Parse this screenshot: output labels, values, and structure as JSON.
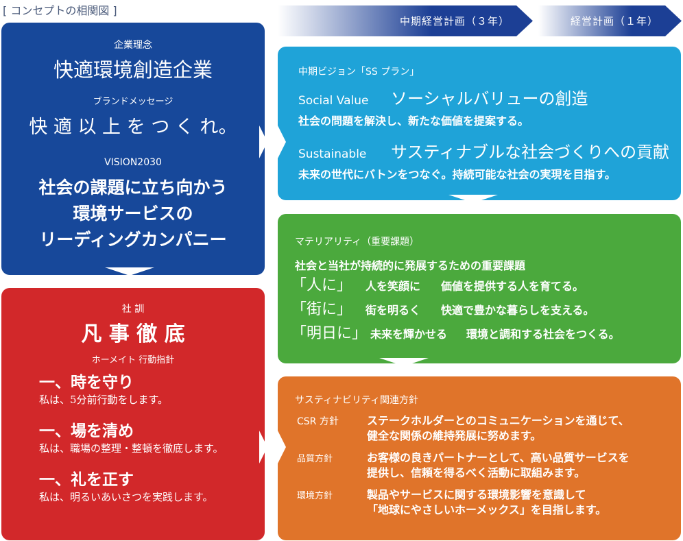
{
  "title": "[ コンセプトの相関図 ]",
  "arrows": {
    "mid_term": "中期経営計画（３年）",
    "annual": "経営計画（１年）"
  },
  "philosophy": {
    "label": "企業理念",
    "text": "快適環境創造企業",
    "brand_label": "ブランドメッセージ",
    "brand_text": "快 適 以 上 を つ く れ。",
    "vision_label": "VISION2030",
    "vision_lines": [
      "社会の課題に立ち向かう",
      "環境サービスの",
      "リーディングカンパニー"
    ]
  },
  "motto": {
    "label": "社 訓",
    "text": "凡 事 徹 底",
    "guide_label": "ホーメイト 行動指針",
    "items": [
      {
        "head": "一、時を守り",
        "desc": "私は、5分前行動をします。"
      },
      {
        "head": "一、場を清め",
        "desc": "私は、職場の整理・整頓を徹底します。"
      },
      {
        "head": "一、礼を正す",
        "desc": "私は、明るいあいさつを実践します。"
      }
    ]
  },
  "vision": {
    "label": "中期ビジョン「SS プラン」",
    "items": [
      {
        "en": "Social Value",
        "jp": "ソーシャルバリューの創造",
        "desc": "社会の問題を解決し、新たな価値を提案する。"
      },
      {
        "en": "Sustainable",
        "jp": "サスティナブルな社会づくりへの貢献",
        "desc": "未来の世代にバトンをつなぐ。持続可能な社会の実現を目指す。"
      }
    ]
  },
  "materiality": {
    "label": "マテリアリティ（重要課題）",
    "lead": "社会と当社が持続的に発展するための重要課題",
    "items": [
      {
        "key": "「人に」",
        "a": "人を笑顔に",
        "b": "価値を提供する人を育てる。"
      },
      {
        "key": "「街に」",
        "a": "街を明るく",
        "b": "快適で豊かな暮らしを支える。"
      },
      {
        "key": "「明日に」",
        "a": "未来を輝かせる",
        "b": "環境と調和する社会をつくる。"
      }
    ]
  },
  "sustainability": {
    "label": "サスティナビリティ関連方針",
    "items": [
      {
        "key": "CSR 方針",
        "lines": [
          "ステークホルダーとのコミュニケーションを通じて、",
          "健全な関係の維持発展に努めます。"
        ]
      },
      {
        "key": "品質方針",
        "lines": [
          "お客様の良きパートナーとして、高い品質サービスを",
          "提供し、信頼を得るべく活動に取組みます。"
        ]
      },
      {
        "key": "環境方針",
        "lines": [
          "製品やサービスに関する環境影響を意識して",
          "「地球にやさしいホーメックス」を目指します。"
        ]
      }
    ]
  },
  "colors": {
    "blue": "#17489a",
    "red": "#d2282a",
    "cyan": "#1fa3d8",
    "green": "#4ba93d",
    "orange": "#e0742a"
  }
}
